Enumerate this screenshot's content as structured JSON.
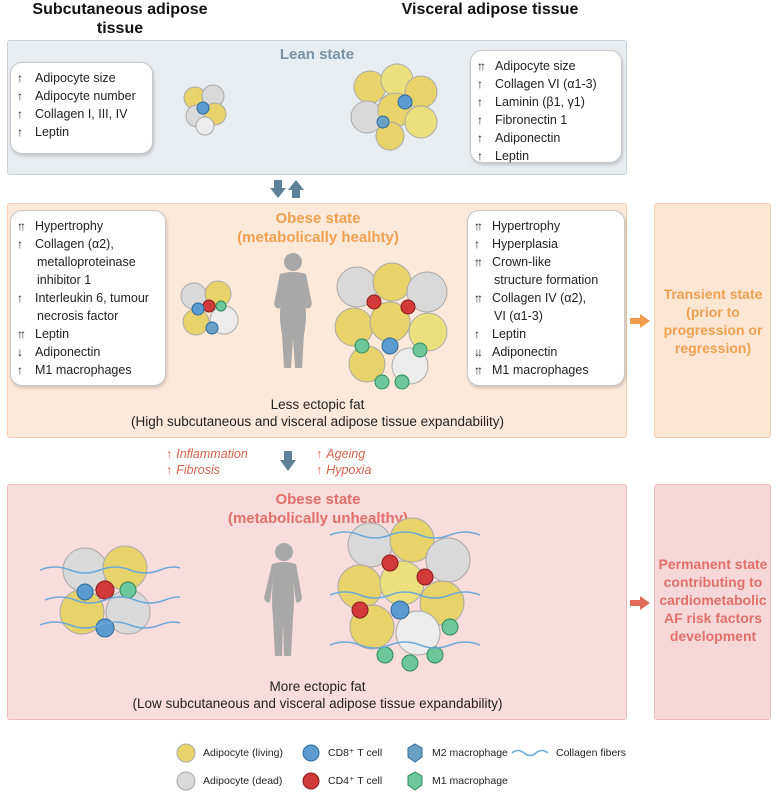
{
  "headers": {
    "left": "Subcutaneous adipose tissue",
    "right": "Visceral adipose tissue"
  },
  "lean": {
    "title": "Lean state",
    "left_box": [
      {
        "arrow": "↑",
        "text": "Adipocyte size"
      },
      {
        "arrow": "↑",
        "text": "Adipocyte number"
      },
      {
        "arrow": "↑",
        "text": "Collagen I, III, IV"
      },
      {
        "arrow": "↑",
        "text": "Leptin"
      }
    ],
    "right_box": [
      {
        "arrow": "↑↑",
        "text": "Adipocyte size"
      },
      {
        "arrow": "↑",
        "text": "Collagen VI (α1-3)"
      },
      {
        "arrow": "↑",
        "text": "Laminin (β1, γ1)"
      },
      {
        "arrow": "↑",
        "text": "Fibronectin 1"
      },
      {
        "arrow": "↑",
        "text": "Adiponectin"
      },
      {
        "arrow": "↑",
        "text": "Leptin"
      }
    ]
  },
  "obese_healthy": {
    "title_line1": "Obese state",
    "title_line2": "(metabolically healhty)",
    "left_box": [
      {
        "arrow": "↑↑",
        "text": "Hypertrophy"
      },
      {
        "arrow": "↑",
        "text": "Collagen (α2),",
        "cont": "metalloproteinase inhibitor 1"
      },
      {
        "arrow": "↑",
        "text": "Interleukin 6, tumour",
        "cont": "necrosis factor"
      },
      {
        "arrow": "↑↑",
        "text": "Leptin"
      },
      {
        "arrow": "↓",
        "text": "Adiponectin"
      },
      {
        "arrow": "↑",
        "text": "M1 macrophages"
      }
    ],
    "right_box": [
      {
        "arrow": "↑↑",
        "text": "Hypertrophy"
      },
      {
        "arrow": "↑",
        "text": "Hyperplasia"
      },
      {
        "arrow": "↑↑",
        "text": "Crown-like",
        "cont": "structure formation"
      },
      {
        "arrow": "↑↑",
        "text": "Collagen IV (α2),",
        "cont": "VI (α1-3)"
      },
      {
        "arrow": "↑",
        "text": "Leptin"
      },
      {
        "arrow": "↓↓",
        "text": "Adiponectin"
      },
      {
        "arrow": "↑↑",
        "text": "M1 macrophages"
      }
    ],
    "caption_line1": "Less ectopic fat",
    "caption_line2": "(High subcutaneous and visceral adipose tissue expandability)",
    "side_text": "Transient state (prior to progression or regression)"
  },
  "factors": {
    "left": [
      "Inflammation",
      "Fibrosis"
    ],
    "right": [
      "Ageing",
      "Hypoxia"
    ]
  },
  "obese_unhealthy": {
    "title_line1": "Obese state",
    "title_line2": "(metabolically unhealthy)",
    "caption_line1": "More ectopic fat",
    "caption_line2": "(Low subcutaneous and visceral adipose tissue expandability)",
    "side_text": "Permanent state contributing to cardiometabolic AF risk factors development"
  },
  "legend": {
    "adipocyte_living": "Adipocyte (living)",
    "adipocyte_dead": "Adipocyte (dead)",
    "cd8": "CD8⁺ T cell",
    "cd4": "CD4⁺ T cell",
    "m2": "M2 macrophage",
    "m1": "M1 macrophage",
    "collagen": "Collagen fibers"
  },
  "colors": {
    "lean_title": "#7a93a6",
    "healthy_title": "#f0a050",
    "unhealthy_title": "#e0706a",
    "arrow_blue": "#5e8199",
    "arrow_orange": "#f09a4a",
    "arrow_red": "#e06a5a"
  }
}
